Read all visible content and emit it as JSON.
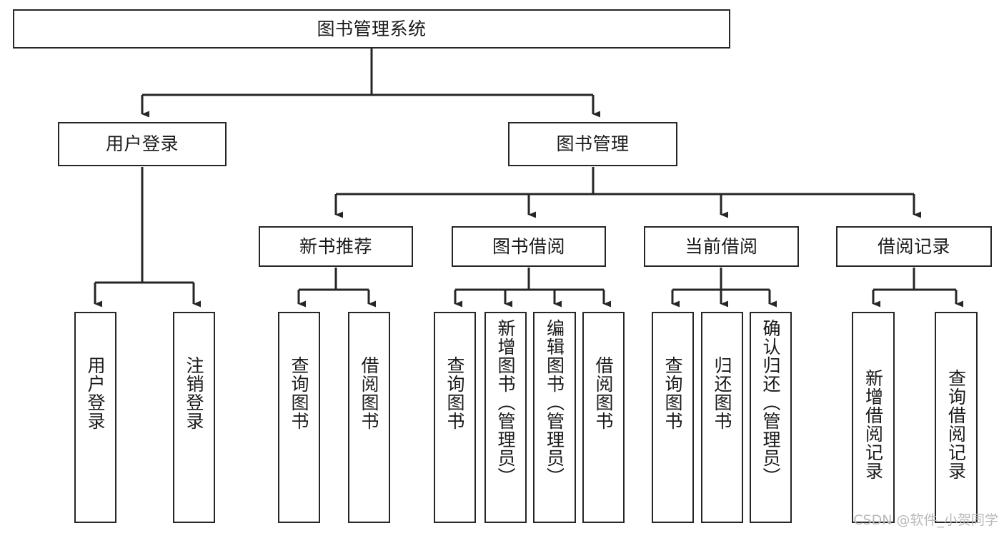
{
  "diagram": {
    "type": "tree",
    "title": "图书管理系统",
    "watermark": "CSDN @软件_小贺同学",
    "colors": {
      "background": "#ffffff",
      "stroke": "#262626",
      "text": "#1a1a1a",
      "watermark": "#b9b9b9"
    },
    "nodes": {
      "root": {
        "label": "图书管理系统"
      },
      "level2": [
        {
          "id": "user-login",
          "label": "用户登录"
        },
        {
          "id": "book-manage",
          "label": "图书管理"
        }
      ],
      "level3": [
        {
          "id": "new-book-recommend",
          "label": "新书推荐"
        },
        {
          "id": "book-borrow",
          "label": "图书借阅"
        },
        {
          "id": "current-borrow",
          "label": "当前借阅"
        },
        {
          "id": "borrow-record",
          "label": "借阅记录"
        }
      ],
      "leaves": {
        "user-login": [
          {
            "id": "leaf-user-login",
            "label": "用户登录"
          },
          {
            "id": "leaf-user-logout",
            "label": "注销登录"
          }
        ],
        "new-book-recommend": [
          {
            "id": "leaf-query-book-1",
            "label": "查询图书"
          },
          {
            "id": "leaf-borrow-book-1",
            "label": "借阅图书"
          }
        ],
        "book-borrow": [
          {
            "id": "leaf-query-book-2",
            "label": "查询图书"
          },
          {
            "id": "leaf-add-book-admin",
            "label": "新增图书（管理员）"
          },
          {
            "id": "leaf-edit-book-admin",
            "label": "编辑图书（管理员）"
          },
          {
            "id": "leaf-borrow-book-2",
            "label": "借阅图书"
          }
        ],
        "current-borrow": [
          {
            "id": "leaf-query-book-3",
            "label": "查询图书"
          },
          {
            "id": "leaf-return-book",
            "label": "归还图书"
          },
          {
            "id": "leaf-confirm-return-admin",
            "label": "确认归还（管理员）"
          }
        ],
        "borrow-record": [
          {
            "id": "leaf-add-borrow-record",
            "label": "新增借阅记录"
          },
          {
            "id": "leaf-query-borrow-record",
            "label": "查询借阅记录"
          }
        ]
      }
    }
  }
}
